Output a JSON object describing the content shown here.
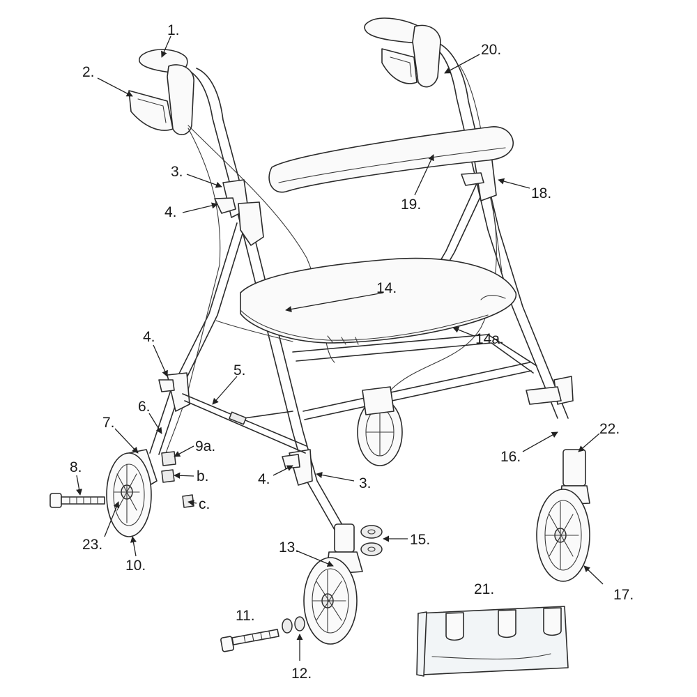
{
  "labels": {
    "l1": "1.",
    "l2": "2.",
    "l3a": "3.",
    "l3b": "3.",
    "l4a": "4.",
    "l4b": "4.",
    "l4c": "4.",
    "l5": "5.",
    "l6": "6.",
    "l7": "7.",
    "l8": "8.",
    "l9a": "9a.",
    "l9b": "b.",
    "l9c": "c.",
    "l10": "10.",
    "l11": "11.",
    "l12": "12.",
    "l13": "13.",
    "l14": "14.",
    "l14a": "14a.",
    "l15": "15.",
    "l16": "16.",
    "l17": "17.",
    "l18": "18.",
    "l19": "19.",
    "l20": "20.",
    "l21": "21.",
    "l22": "22.",
    "l23": "23."
  }
}
